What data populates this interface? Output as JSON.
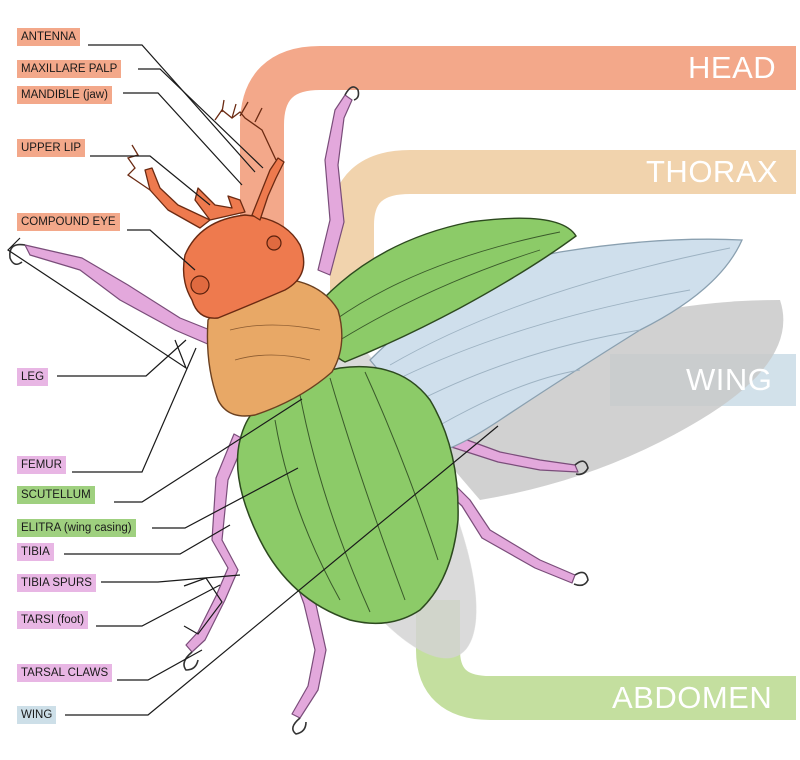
{
  "colors": {
    "head": "#ee7a4e",
    "head_band": "#f3a88a",
    "thorax": "#e8a866",
    "thorax_band": "#f1d3ad",
    "wing_band": "#d2e1ea",
    "abdomen": "#7fba58",
    "abdomen_band": "#c4df9f",
    "leg": "#e3a8dc",
    "elytra": "#8ccb68",
    "wing": "#cfdfec",
    "label_head": "#f3a88a",
    "label_leg": "#e8b6e4",
    "label_green": "#9fd07f",
    "label_wing": "#cddfe8"
  },
  "regions": {
    "head": "HEAD",
    "thorax": "THORAX",
    "wing": "WING",
    "abdomen": "ABDOMEN"
  },
  "labels": {
    "antenna": "ANTENNA",
    "maxillare_palp": "MAXILLARE PALP",
    "mandible": "MANDIBLE (jaw)",
    "upper_lip": "UPPER LIP",
    "compound_eye": "COMPOUND EYE",
    "leg": "LEG",
    "femur": "FEMUR",
    "scutellum": "SCUTELLUM",
    "elitra": "ELITRA (wing casing)",
    "tibia": "TIBIA",
    "tibia_spurs": "TIBIA SPURS",
    "tarsi": "TARSI (foot)",
    "tarsal_claws": "TARSAL CLAWS",
    "wing": "WING"
  }
}
